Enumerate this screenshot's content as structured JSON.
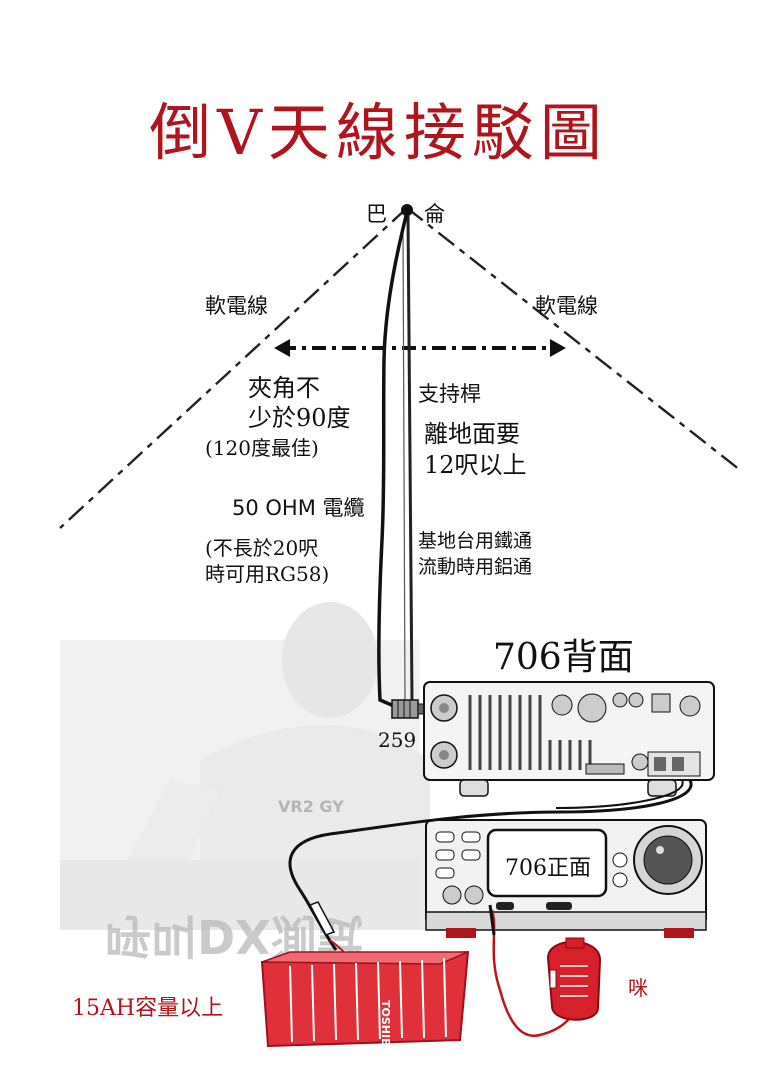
{
  "title": "倒V天線接駁圖",
  "apex": {
    "left": "巴",
    "right": "侖"
  },
  "wires": {
    "left": "軟電線",
    "right": "軟電線"
  },
  "angle": {
    "line1": "夾角不",
    "line2": "少於90度",
    "line3": "(120度最佳)"
  },
  "mast": {
    "label": "支持桿",
    "height_line1": "離地面要",
    "height_line2": "12呎以上",
    "material_line1": "基地台用鐵通",
    "material_line2": "流動時用鋁通"
  },
  "cable": {
    "line1": "50 OHM 電纜",
    "line2": "(不長於20呎",
    "line3": "時可用RG58)"
  },
  "connector": "259",
  "radio_back": {
    "title": "706背面"
  },
  "radio_front": {
    "label": "706正面"
  },
  "battery": {
    "label": "15AH容量以上",
    "brand": "TOSHIBA"
  },
  "microphone": {
    "label": "咪"
  },
  "photo_text": {
    "shirt": "VR2 GY",
    "banner": "呼叫DX測試"
  },
  "colors": {
    "title": "#b0141c",
    "cable_red": "#c0141c",
    "battery": "#d0202a"
  }
}
